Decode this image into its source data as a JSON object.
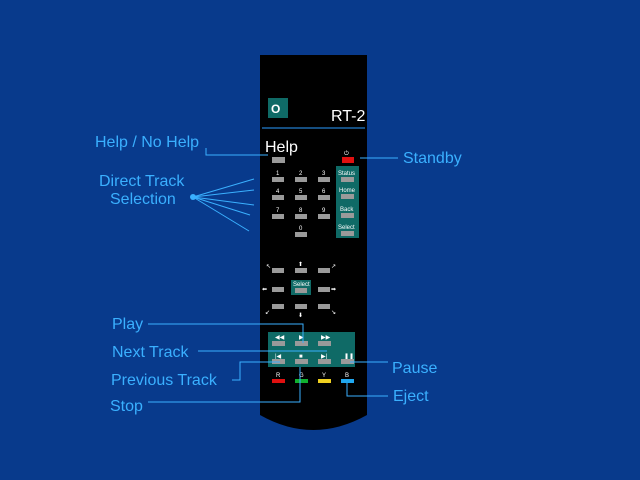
{
  "remote": {
    "model": "RT-2",
    "logo_glyph": "O",
    "help_label": "Help",
    "digits": [
      "1",
      "2",
      "3",
      "4",
      "5",
      "6",
      "7",
      "8",
      "9",
      "0"
    ],
    "side_buttons": [
      "Status",
      "Home",
      "Back",
      "Select"
    ],
    "select_label": "Select",
    "color_keys": [
      {
        "label": "R",
        "color": "#e01010"
      },
      {
        "label": "G",
        "color": "#10b030"
      },
      {
        "label": "Y",
        "color": "#f0d020"
      },
      {
        "label": "B",
        "color": "#20a8f0"
      }
    ],
    "standby_color": "#e01010",
    "panel_color": "#0f6a66"
  },
  "callouts": {
    "help": "Help / No Help",
    "direct_1": "Direct Track",
    "direct_2": "Selection",
    "standby": "Standby",
    "play": "Play",
    "next": "Next Track",
    "previous": "Previous Track",
    "stop": "Stop",
    "pause": "Pause",
    "eject": "Eject"
  }
}
